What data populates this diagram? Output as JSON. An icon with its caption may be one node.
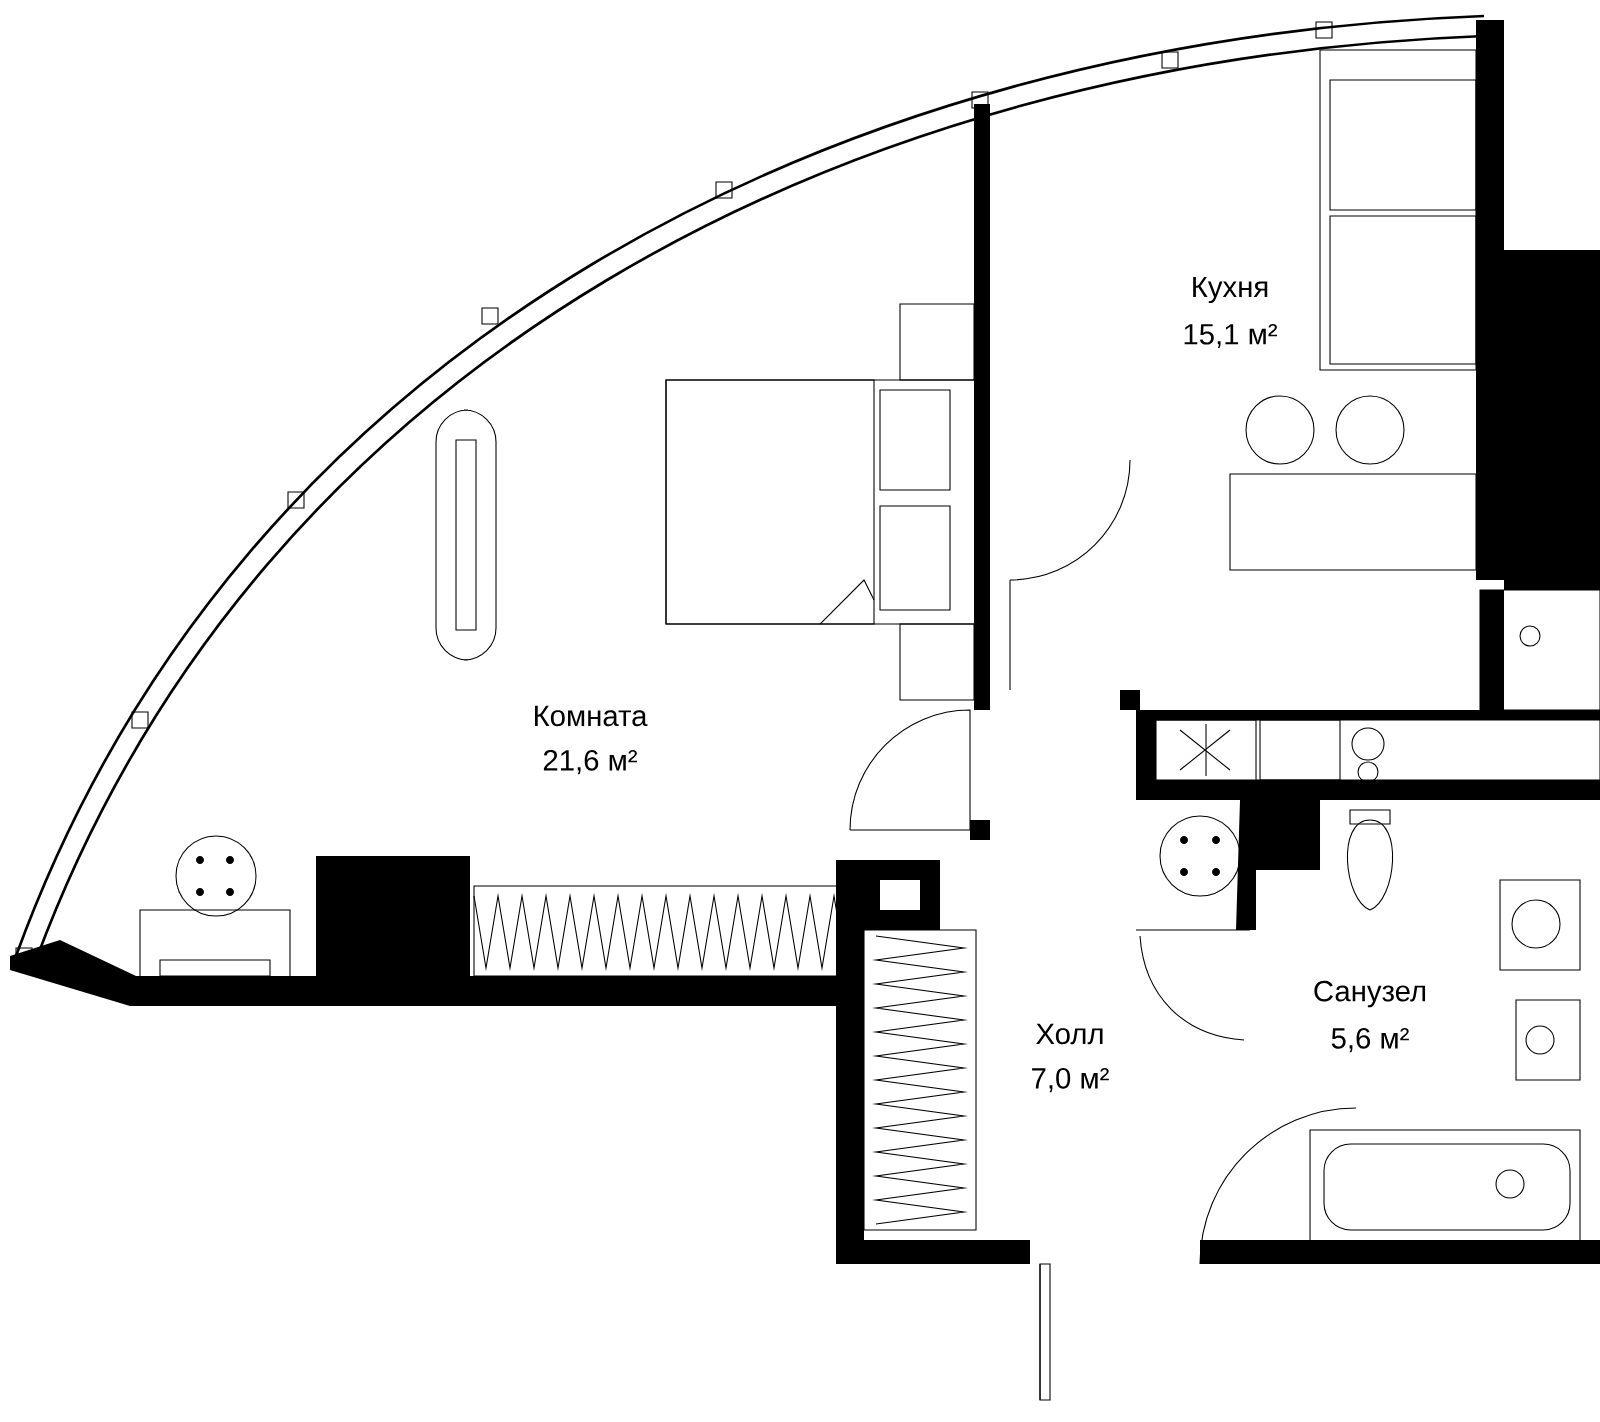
{
  "diagram": {
    "labels": [
      "Кухня",
      "15,1 м²",
      "Комната",
      "21,6 м²",
      "Холл",
      "7,0 м²",
      "Санузел",
      "5,6 м²"
    ]
  }
}
